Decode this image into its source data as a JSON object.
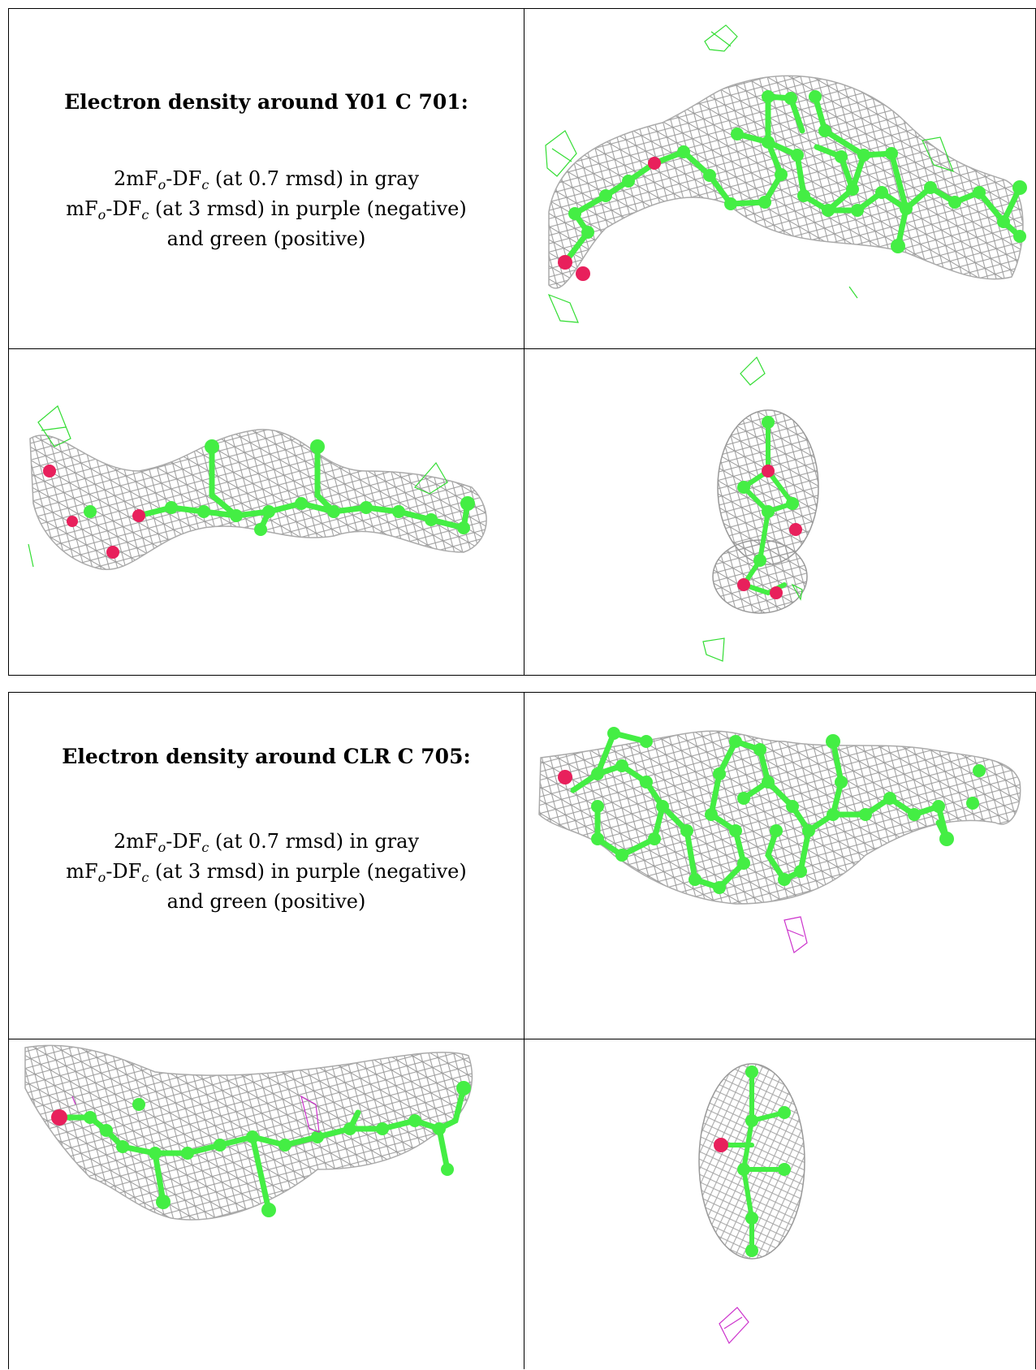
{
  "panels": [
    {
      "title": "Electron density around Y01 C 701:",
      "lines": [
        [
          "2mF",
          "o",
          "-DF",
          "c",
          " (at 0.7 rmsd) in gray"
        ],
        [
          "mF",
          "o",
          "-DF",
          "c",
          " (at 3 rmsd) in purple (negative)"
        ],
        [
          "and green (positive)"
        ]
      ]
    },
    {
      "title": "Electron density around CLR C 705:",
      "lines": [
        [
          "2mF",
          "o",
          "-DF",
          "c",
          " (at 0.7 rmsd) in gray"
        ],
        [
          "mF",
          "o",
          "-DF",
          "c",
          " (at 3 rmsd) in purple (negative)"
        ],
        [
          "and green (positive)"
        ]
      ]
    }
  ],
  "colors": {
    "mesh_gray": "#9a9a9a",
    "carbon_green": "#44ee44",
    "oxygen_red": "#e8205c",
    "negative_purple": "#cc33cc",
    "positive_green": "#33dd33"
  }
}
